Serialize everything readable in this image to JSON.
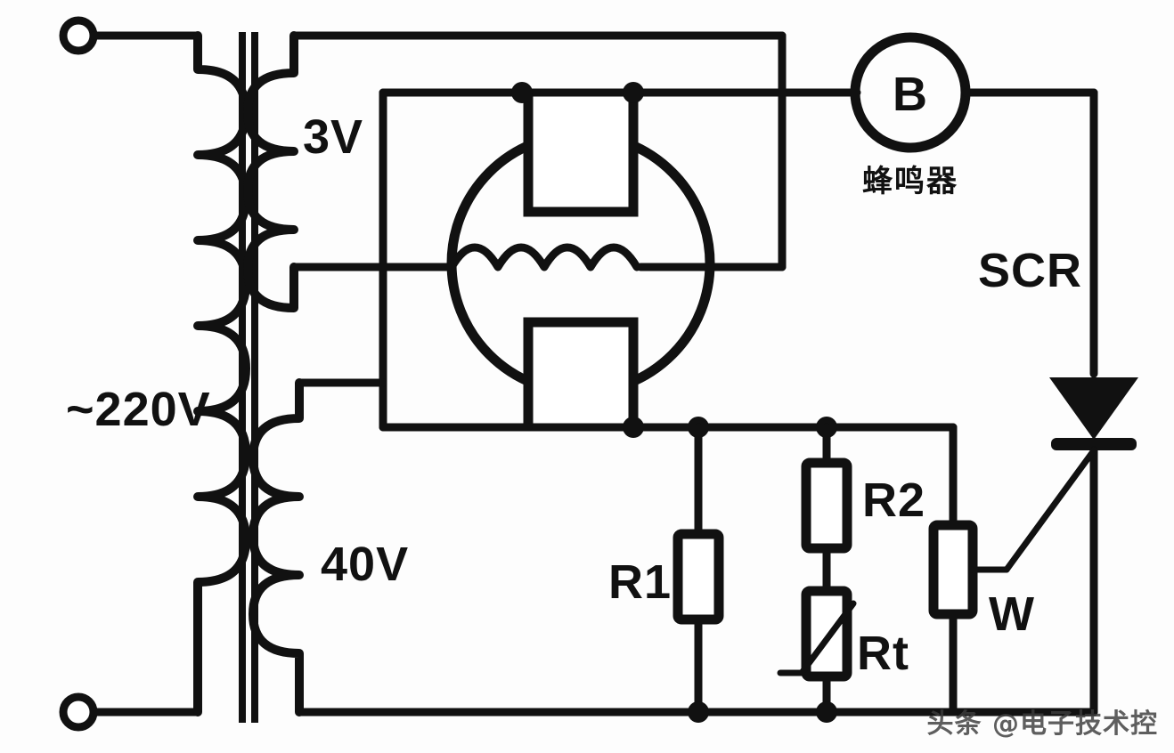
{
  "figure": {
    "kind": "circuit-schematic",
    "title": "SCR temperature-controlled buzzer alarm circuit",
    "background_color": "#fdfdfd",
    "ink_color": "#111111"
  },
  "labels": {
    "mains": "~220V",
    "winding_heater": "3V",
    "winding_secondary": "40V",
    "buzzer_symbol": "B",
    "buzzer_name_cn": "蜂鸣器",
    "thyristor": "SCR",
    "resistor_r1": "R1",
    "resistor_r2": "R2",
    "thermistor_rt": "Rt",
    "potentiometer_w": "W"
  },
  "components": [
    {
      "ref": "T1",
      "type": "transformer",
      "note": "mains transformer with 3V and 40V secondaries"
    },
    {
      "ref": "V1",
      "type": "vacuum-tube",
      "note": "glow / thyratron tube with plate loop, wavy filament and cathode loop"
    },
    {
      "ref": "B",
      "type": "buzzer",
      "label": "B",
      "name_cn": "蜂鸣器"
    },
    {
      "ref": "SCR",
      "type": "thyristor",
      "label": "SCR"
    },
    {
      "ref": "R1",
      "type": "resistor",
      "label": "R1"
    },
    {
      "ref": "R2",
      "type": "resistor",
      "label": "R2"
    },
    {
      "ref": "Rt",
      "type": "thermistor",
      "label": "Rt"
    },
    {
      "ref": "W",
      "type": "potentiometer",
      "label": "W"
    }
  ],
  "terminals": [
    {
      "name": "mains-terminal-top",
      "label": ""
    },
    {
      "name": "mains-terminal-bottom",
      "label": ""
    }
  ],
  "watermark": {
    "text": "头条 @电子技术控"
  }
}
